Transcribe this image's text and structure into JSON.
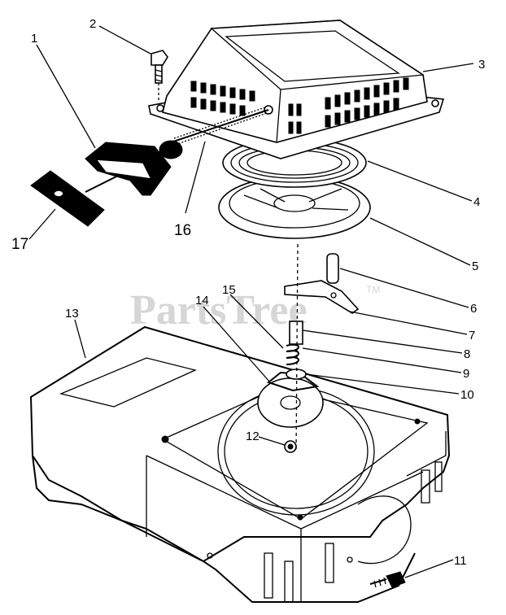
{
  "watermark": {
    "text": "PartsTree",
    "trademark": "TM"
  },
  "parts": [
    {
      "id": "p1",
      "label": "1"
    },
    {
      "id": "p2",
      "label": "2"
    },
    {
      "id": "p3",
      "label": "3"
    },
    {
      "id": "p4",
      "label": "4"
    },
    {
      "id": "p5",
      "label": "5"
    },
    {
      "id": "p6",
      "label": "6"
    },
    {
      "id": "p7",
      "label": "7"
    },
    {
      "id": "p8",
      "label": "8"
    },
    {
      "id": "p9",
      "label": "9"
    },
    {
      "id": "p10",
      "label": "10"
    },
    {
      "id": "p11",
      "label": "11"
    },
    {
      "id": "p12",
      "label": "12"
    },
    {
      "id": "p13",
      "label": "13"
    },
    {
      "id": "p14",
      "label": "14"
    },
    {
      "id": "p15",
      "label": "15"
    },
    {
      "id": "p16",
      "label": "16"
    },
    {
      "id": "p17",
      "label": "17"
    }
  ]
}
